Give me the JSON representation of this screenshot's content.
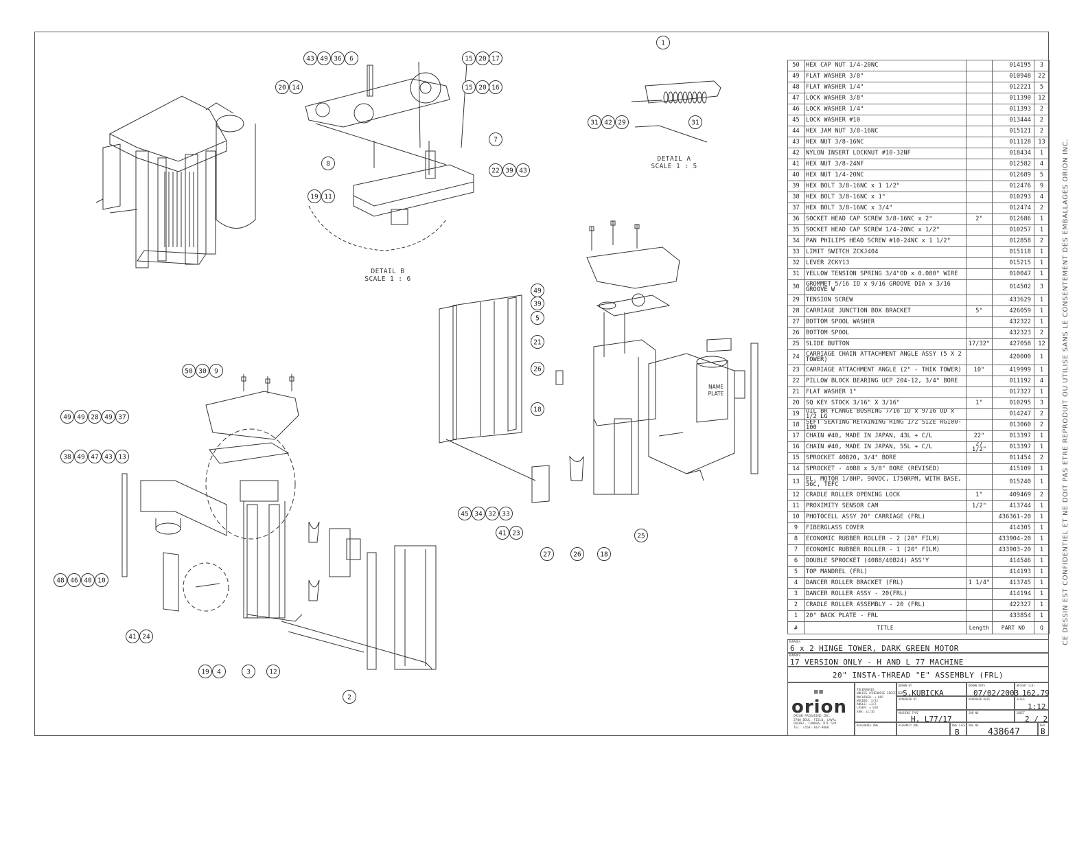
{
  "bom": {
    "rows": [
      {
        "num": "50",
        "title": "HEX CAP NUT 1/4-20NC",
        "length": "",
        "part": "014195",
        "qty": "3"
      },
      {
        "num": "49",
        "title": "FLAT WASHER 3/8\"",
        "length": "",
        "part": "010948",
        "qty": "22"
      },
      {
        "num": "48",
        "title": "FLAT WASHER 1/4\"",
        "length": "",
        "part": "012221",
        "qty": "5"
      },
      {
        "num": "47",
        "title": "LOCK WASHER 3/8\"",
        "length": "",
        "part": "011390",
        "qty": "12"
      },
      {
        "num": "46",
        "title": "LOCK WASHER 1/4\"",
        "length": "",
        "part": "011393",
        "qty": "2"
      },
      {
        "num": "45",
        "title": "LOCK WASHER #10",
        "length": "",
        "part": "013444",
        "qty": "2"
      },
      {
        "num": "44",
        "title": "HEX JAM NUT 3/8-16NC",
        "length": "",
        "part": "015121",
        "qty": "2"
      },
      {
        "num": "43",
        "title": "HEX NUT 3/8-16NC",
        "length": "",
        "part": "011128",
        "qty": "13"
      },
      {
        "num": "42",
        "title": "NYLON INSERT LOCKNUT #10-32NF",
        "length": "",
        "part": "018434",
        "qty": "1"
      },
      {
        "num": "41",
        "title": "HEX NUT 3/8-24NF",
        "length": "",
        "part": "012582",
        "qty": "4"
      },
      {
        "num": "40",
        "title": "HEX NUT 1/4-20NC",
        "length": "",
        "part": "012689",
        "qty": "5"
      },
      {
        "num": "39",
        "title": "HEX BOLT 3/8-16NC x 1 1/2\"",
        "length": "",
        "part": "012476",
        "qty": "9"
      },
      {
        "num": "38",
        "title": "HEX BOLT 3/8-16NC x 1\"",
        "length": "",
        "part": "010293",
        "qty": "4"
      },
      {
        "num": "37",
        "title": "HEX BOLT 3/8-16NC x 3/4\"",
        "length": "",
        "part": "012474",
        "qty": "2"
      },
      {
        "num": "36",
        "title": "SOCKET HEAD CAP SCREW 3/8-16NC x 2\"",
        "length": "2\"",
        "part": "012686",
        "qty": "1"
      },
      {
        "num": "35",
        "title": "SOCKET HEAD CAP SCREW 1/4-20NC x 1/2\"",
        "length": "",
        "part": "010257",
        "qty": "1"
      },
      {
        "num": "34",
        "title": "PAN PHILIPS HEAD SCREW #10-24NC x 1 1/2\"",
        "length": "",
        "part": "012858",
        "qty": "2"
      },
      {
        "num": "33",
        "title": "LIMIT SWITCH ZCKJ404",
        "length": "",
        "part": "015118",
        "qty": "1"
      },
      {
        "num": "32",
        "title": "LEVER ZCKY13",
        "length": "",
        "part": "015215",
        "qty": "1"
      },
      {
        "num": "31",
        "title": "YELLOW TENSION SPRING 3/4\"OD x 0.080\" WIRE",
        "length": "",
        "part": "010047",
        "qty": "1"
      },
      {
        "num": "30",
        "title": "GROMMET 5/16 ID x 9/16 GROOVE DIA x 3/16 GROOVE W",
        "length": "",
        "part": "014502",
        "qty": "3",
        "tall": true
      },
      {
        "num": "29",
        "title": "TENSION SCREW",
        "length": "",
        "part": "433629",
        "qty": "1"
      },
      {
        "num": "28",
        "title": "CARRIAGE JUNCTION BOX BRACKET",
        "length": "5\"",
        "part": "426059",
        "qty": "1"
      },
      {
        "num": "27",
        "title": "BOTTOM SPOOL WASHER",
        "length": "",
        "part": "432322",
        "qty": "1"
      },
      {
        "num": "26",
        "title": "BOTTOM SPOOL",
        "length": "",
        "part": "432323",
        "qty": "2"
      },
      {
        "num": "25",
        "title": "SLIDE BUTTON",
        "length": "17/32\"",
        "part": "427058",
        "qty": "12"
      },
      {
        "num": "24",
        "title": "CARRIAGE CHAIN ATTACHMENT ANGLE ASSY (5 X 2 TOWER)",
        "length": "",
        "part": "420000",
        "qty": "1",
        "tall": true
      },
      {
        "num": "23",
        "title": "CARRIAGE ATTACHMENT ANGLE (2\" - THIK TOWER)",
        "length": "10\"",
        "part": "419999",
        "qty": "1"
      },
      {
        "num": "22",
        "title": "PILLOW BLOCK BEARING UCP 204-12, 3/4\" BORE",
        "length": "",
        "part": "011192",
        "qty": "4"
      },
      {
        "num": "21",
        "title": "FLAT WASHER 1\"",
        "length": "",
        "part": "017327",
        "qty": "1"
      },
      {
        "num": "20",
        "title": "SQ KEY STOCK 3/16\" X 3/16\"",
        "length": "1\"",
        "part": "010295",
        "qty": "3"
      },
      {
        "num": "19",
        "title": "OIL BR FLANGE BUSHING 7/16 ID x 9/16 OD x 1/2 LG",
        "length": "",
        "part": "014247",
        "qty": "2"
      },
      {
        "num": "18",
        "title": "SEFT SEATING RETAINING RING 1/2 SIZE RG100-100",
        "length": "",
        "part": "013060",
        "qty": "2"
      },
      {
        "num": "17",
        "title": "CHAIN #40, MADE IN JAPAN, 43L + C/L",
        "length": "22\"",
        "part": "013397",
        "qty": "1"
      },
      {
        "num": "16",
        "title": "CHAIN #40, MADE IN JAPAN, 55L + C/L",
        "length": "27 1/2\"",
        "part": "013397",
        "qty": "1"
      },
      {
        "num": "15",
        "title": "SPROCKET 40B20, 3/4\" BORE",
        "length": "",
        "part": "011454",
        "qty": "2"
      },
      {
        "num": "14",
        "title": "SPROCKET - 40B8 x 5/8\" BORE (REVISED)",
        "length": "",
        "part": "415109",
        "qty": "1"
      },
      {
        "num": "13",
        "title": "EL. MOTOR 1/8HP, 90VDC, 1750RPM, WITH BASE, 56C, TEFC",
        "length": "",
        "part": "015240",
        "qty": "1",
        "tall": true
      },
      {
        "num": "12",
        "title": "CRADLE ROLLER OPENING LOCK",
        "length": "1\"",
        "part": "409469",
        "qty": "2"
      },
      {
        "num": "11",
        "title": "PROXIMITY SENSOR CAM",
        "length": "1/2\"",
        "part": "413744",
        "qty": "1"
      },
      {
        "num": "10",
        "title": "PHOTOCELL ASSY 20\" CARRIAGE (FRL)",
        "length": "",
        "part": "436361-20",
        "qty": "1"
      },
      {
        "num": "9",
        "title": "FIBERGLASS COVER",
        "length": "",
        "part": "414305",
        "qty": "1"
      },
      {
        "num": "8",
        "title": "ECONOMIC RUBBER ROLLER - 2 (20\" FILM)",
        "length": "",
        "part": "433904-20",
        "qty": "1"
      },
      {
        "num": "7",
        "title": "ECONOMIC RUBBER ROLLER - 1 (20\" FILM)",
        "length": "",
        "part": "433903-20",
        "qty": "1"
      },
      {
        "num": "6",
        "title": "DOUBLE SPROCKET (40B8/40B24) ASS'Y",
        "length": "",
        "part": "414546",
        "qty": "1"
      },
      {
        "num": "5",
        "title": "TOP MANDREL (FRL)",
        "length": "",
        "part": "414193",
        "qty": "1"
      },
      {
        "num": "4",
        "title": "DANCER ROLLER BRACKET (FRL)",
        "length": "1 1/4\"",
        "part": "413745",
        "qty": "1"
      },
      {
        "num": "3",
        "title": "DANCER ROLLER ASSY - 20(FRL)",
        "length": "",
        "part": "414194",
        "qty": "1"
      },
      {
        "num": "2",
        "title": "CRADLE ROLLER ASSEMBLY - 20 (FRL)",
        "length": "",
        "part": "422327",
        "qty": "1"
      },
      {
        "num": "1",
        "title": "20\" BACK PLATE - FRL",
        "length": "",
        "part": "433854",
        "qty": "1"
      }
    ],
    "header": {
      "num": "#",
      "title": "TITLE",
      "length": "Length",
      "part": "PART NO",
      "qty": "Q"
    }
  },
  "remarks": {
    "caption": "REMARKS",
    "line1": "6 x 2 HINGE TOWER, DARK GREEN MOTOR",
    "line2": "17 VERSION ONLY - H AND L 77 MACHINE"
  },
  "title_block": {
    "title": "20\" INSTA-THREAD \"E\" ASSEMBLY (FRL)",
    "company_logo": "orion",
    "company_address": "ORION PACKAGING INC.\n2700 BOUL. FIELD, LAVAL\nQUEBEC, CANADA, H7L 5P9\nTEL: (450) 667-9000",
    "tolerances": "TOLERANCES\nUNLESS OTHERWISE SPECIFIED\nMACHINED: ±.005\nWELDED: 1/32\nANGLE: ±1/2\nLASER: ±.010\nSAW: ±1/16",
    "drawn_by_label": "DRAWN BY",
    "drawn_by": "S.KUBICKA",
    "drawn_date_label": "DRAWN DATE",
    "drawn_date": "07/02/2003",
    "weight_label": "WEIGHT (LB)",
    "weight": "162.79",
    "approved_by_label": "APPROVED BY",
    "approved_date_label": "APPROVED DATE",
    "scale_label": "SCALE",
    "scale": "1:12",
    "machine_type_label": "MACHINE TYPE",
    "machine_type": "H, L77/17",
    "job_no_label": "JOB NO",
    "sheet_label": "SHEET",
    "sheet": "2 / 2",
    "reference_label": "REFERENCE DWG.",
    "assembly_label": "ASSEMBLY DWG",
    "size_label": "DWG SIZE",
    "size": "B",
    "dwg_no_label": "DWG NO",
    "dwg_no": "438647",
    "rev_label": "REV",
    "rev": "B"
  },
  "detail_a": {
    "label": "DETAIL A",
    "scale": "SCALE 1 : 5"
  },
  "detail_b": {
    "label": "DETAIL B",
    "scale": "SCALE 1 : 6"
  },
  "name_plate": "NAME PLATE",
  "confidential": "CE DESSIN EST CONFIDENTIEL ET NE DOIT PAS ETRE REPRODUIT OU UTILISE SANS LE CONSENTEMENT DES EMBALLAGES ORION INC.",
  "balloons": [
    {
      "label": "43"
    },
    {
      "label": "49"
    },
    {
      "label": "36"
    },
    {
      "label": "6"
    },
    {
      "label": "15"
    },
    {
      "label": "20"
    },
    {
      "label": "17"
    },
    {
      "label": "15"
    },
    {
      "label": "20"
    },
    {
      "label": "16"
    },
    {
      "label": "20"
    },
    {
      "label": "14"
    },
    {
      "label": "7"
    },
    {
      "label": "8"
    },
    {
      "label": "22"
    },
    {
      "label": "39"
    },
    {
      "label": "43"
    },
    {
      "label": "19"
    },
    {
      "label": "11"
    },
    {
      "label": "1"
    },
    {
      "label": "31"
    },
    {
      "label": "42"
    },
    {
      "label": "29"
    },
    {
      "label": "31"
    },
    {
      "label": "50"
    },
    {
      "label": "30"
    },
    {
      "label": "9"
    },
    {
      "label": "49"
    },
    {
      "label": "49"
    },
    {
      "label": "28"
    },
    {
      "label": "49"
    },
    {
      "label": "37"
    },
    {
      "label": "38"
    },
    {
      "label": "49"
    },
    {
      "label": "47"
    },
    {
      "label": "43"
    },
    {
      "label": "13"
    },
    {
      "label": "48"
    },
    {
      "label": "46"
    },
    {
      "label": "40"
    },
    {
      "label": "10"
    },
    {
      "label": "41"
    },
    {
      "label": "24"
    },
    {
      "label": "19"
    },
    {
      "label": "4"
    },
    {
      "label": "3"
    },
    {
      "label": "12"
    },
    {
      "label": "2"
    },
    {
      "label": "49"
    },
    {
      "label": "39"
    },
    {
      "label": "5"
    },
    {
      "label": "21"
    },
    {
      "label": "26"
    },
    {
      "label": "18"
    },
    {
      "label": "45"
    },
    {
      "label": "34"
    },
    {
      "label": "32"
    },
    {
      "label": "33"
    },
    {
      "label": "41"
    },
    {
      "label": "23"
    },
    {
      "label": "27"
    },
    {
      "label": "26"
    },
    {
      "label": "18"
    },
    {
      "label": "25"
    }
  ]
}
